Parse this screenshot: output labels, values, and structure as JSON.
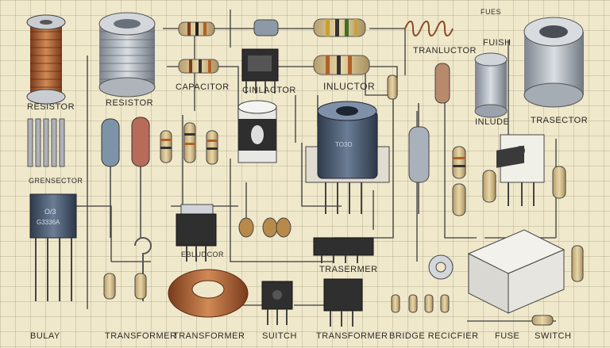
{
  "labels": {
    "fues": "FUES",
    "resistor_1": "RESISTOR",
    "resistor_2": "RESISTOR",
    "capacitor": "CAPACITOR",
    "cinlactor": "CINLACTOR",
    "inluctor": "INLUCTOR",
    "tranluctor": "TRANLUCTOR",
    "fuish": "FUISH",
    "inlude": "INLUDE",
    "trasector": "TRASECTOR",
    "grensector": "GRENSECTOR",
    "ebludcor": "EBLUDCOR",
    "transermer": "TRASERMER",
    "bulay": "BULAY",
    "transformer_1": "TRANSFORMER",
    "transformer_2": "TRANSFORMER",
    "suitch": "SUITCH",
    "transformer_3": "TRANSFORMER",
    "bridge_recifier": "BRIDGE RECICFIER",
    "fuse": "FUSE",
    "switch": "SWITCH"
  },
  "chip_markings": {
    "relay_chip_line1": "O/3",
    "relay_chip_line2": "G3336A",
    "regulator_marking": "TO3O"
  },
  "colors": {
    "paper": "#f0e8cb",
    "copper": "#b5653a",
    "ink": "#3a3a3a",
    "steel": "#9aa3ad",
    "chip_blue": "#3e4e63"
  }
}
